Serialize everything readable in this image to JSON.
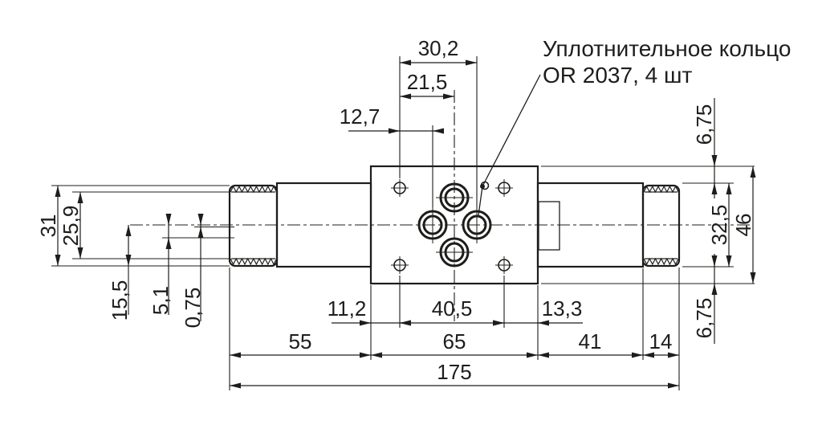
{
  "drawing": {
    "annotation": {
      "line1": "Уплотнительное кольцо",
      "line2": "OR 2037, 4 шт"
    },
    "dims": {
      "top_30_2": "30,2",
      "top_21_5": "21,5",
      "top_12_7": "12,7",
      "left_31": "31",
      "left_25_9": "25,9",
      "left_15_5": "15,5",
      "left_5_1": "5,1",
      "left_0_75": "0,75",
      "right_6_75_top": "6,75",
      "right_32_5": "32,5",
      "right_46": "46",
      "right_6_75_bottom": "6,75",
      "bottom_11_2": "11,2",
      "bottom_40_5": "40,5",
      "bottom_13_3": "13,3",
      "bottom_55": "55",
      "bottom_65": "65",
      "bottom_41": "41",
      "bottom_14": "14",
      "bottom_175": "175"
    },
    "colors": {
      "line": "#1d1d1b",
      "background": "#ffffff"
    }
  }
}
